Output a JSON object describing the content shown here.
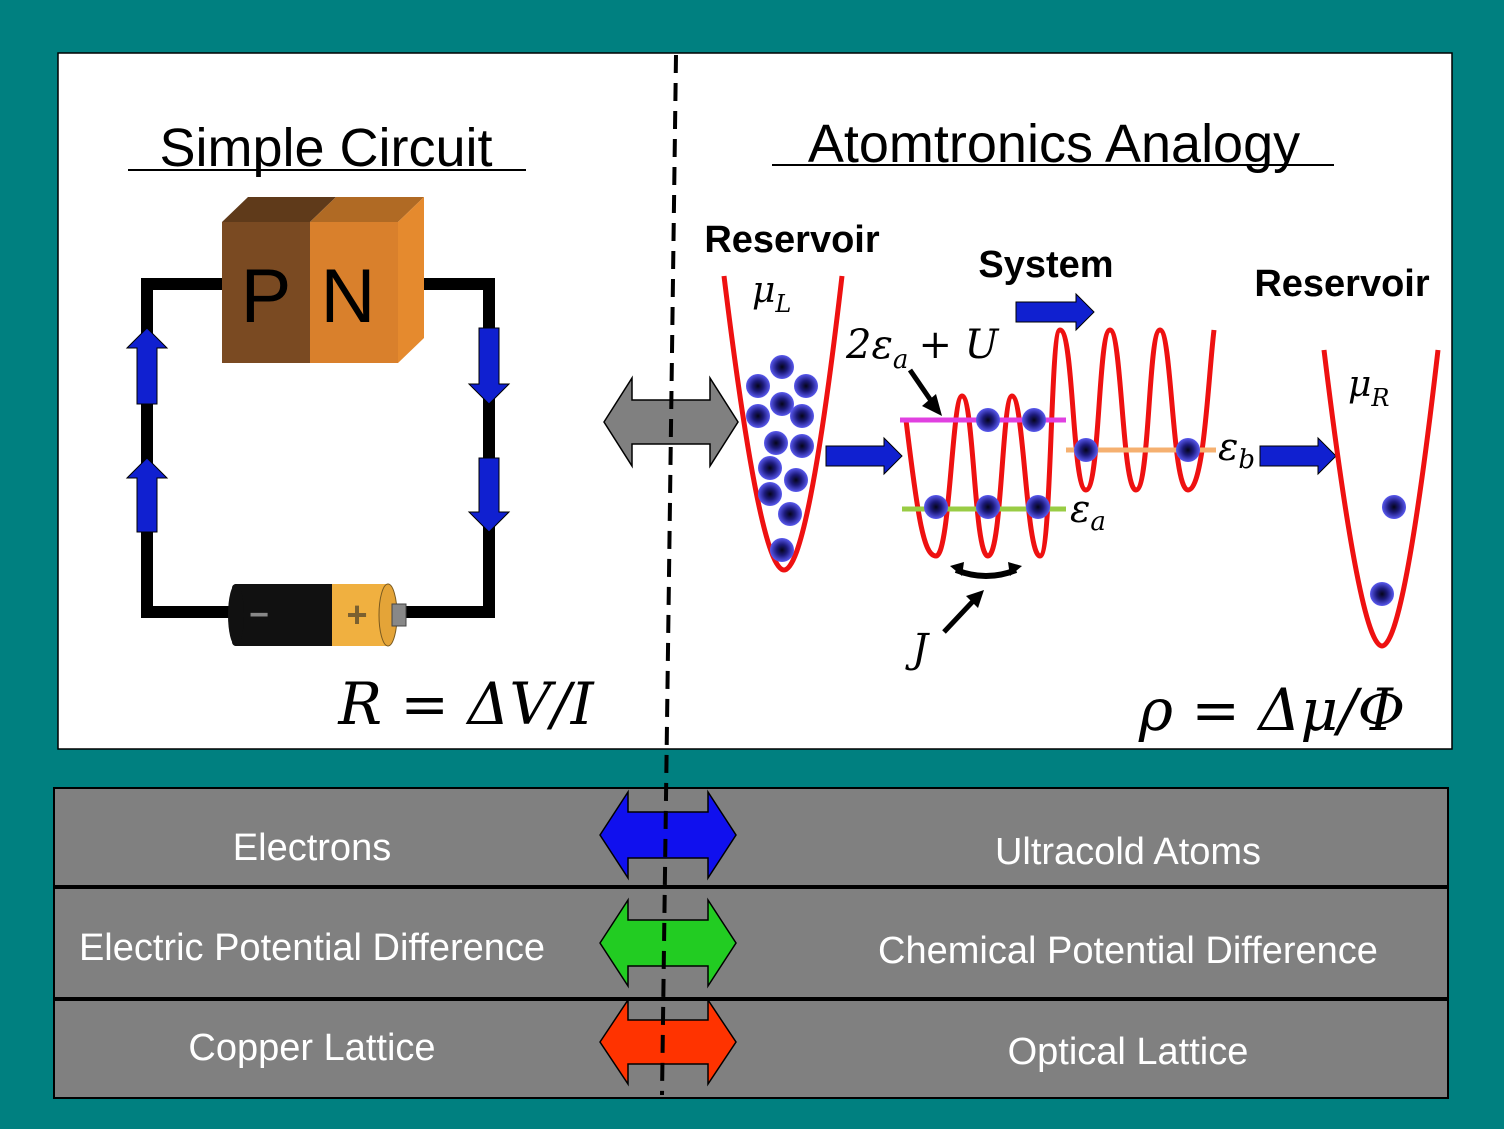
{
  "colors": {
    "frame": "#008080",
    "panel": "#ffffff",
    "row": "#808080",
    "trap": "#ee1111",
    "atom_core": "#0b0b2e",
    "atom_glow": "#3b3ad8",
    "arrow_blue": "#1020d0",
    "arrow_green": "#22cc22",
    "arrow_red": "#ff3300",
    "arrow_gray": "#808080",
    "level_magenta": "#e040e0",
    "level_green": "#99cc44",
    "level_orange": "#f5b070",
    "p_face": "#7a4a22",
    "n_face": "#d9802c"
  },
  "circuit": {
    "title": "Simple Circuit",
    "p_label": "P",
    "n_label": "N",
    "battery_minus": "−",
    "battery_plus": "+",
    "equation": "R = ΔV/I"
  },
  "analogy": {
    "title": "Atomtronics Analogy",
    "reservoir_left": "Reservoir",
    "reservoir_right": "Reservoir",
    "system": "System",
    "mu_left": "μ",
    "mu_left_sub": "L",
    "mu_right": "μ",
    "mu_right_sub": "R",
    "eps_a_upper_prefix": "2ε",
    "eps_a_upper_sub": "a",
    "eps_a_upper_suffix": "+ U",
    "eps_a": "ε",
    "eps_a_sub": "a",
    "eps_b": "ε",
    "eps_b_sub": "b",
    "tunneling": "J",
    "equation": "ρ = Δμ/Φ"
  },
  "comparison": [
    {
      "left": "Electrons",
      "right": "Ultracold Atoms",
      "arrow": "blue-double-arrow"
    },
    {
      "left": "Electric Potential Difference",
      "right": "Chemical Potential Difference",
      "arrow": "green-double-arrow"
    },
    {
      "left": "Copper Lattice",
      "right": "Optical Lattice",
      "arrow": "red-double-arrow"
    }
  ]
}
